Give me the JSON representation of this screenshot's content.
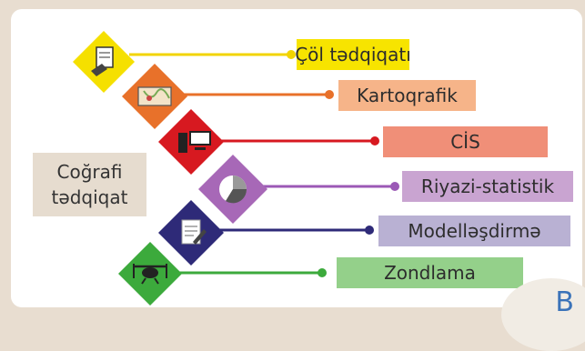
{
  "center": {
    "line1": "Coğrafi",
    "line2": "tədqiqat"
  },
  "methods": [
    {
      "label": "Çöl tədqiqatı",
      "color": "#f7e400",
      "line_color": "#f2d400",
      "icon": "field-survey-icon"
    },
    {
      "label": "Kartoqrafik",
      "color": "#f6b489",
      "line_color": "#e8712a",
      "icon": "map-icon"
    },
    {
      "label": "CİS",
      "color": "#f08f78",
      "line_color": "#d71920",
      "icon": "computer-icon"
    },
    {
      "label": "Riyazi-statistik",
      "color": "#c9a4d1",
      "line_color": "#9b59b6",
      "icon": "pie-chart-icon"
    },
    {
      "label": "Modelləşdirmə",
      "color": "#b9b1d3",
      "line_color": "#2e2a78",
      "icon": "document-pen-icon"
    },
    {
      "label": "Zondlama",
      "color": "#94d08a",
      "line_color": "#3caa3c",
      "icon": "drone-icon"
    }
  ],
  "corner_letter": "B"
}
